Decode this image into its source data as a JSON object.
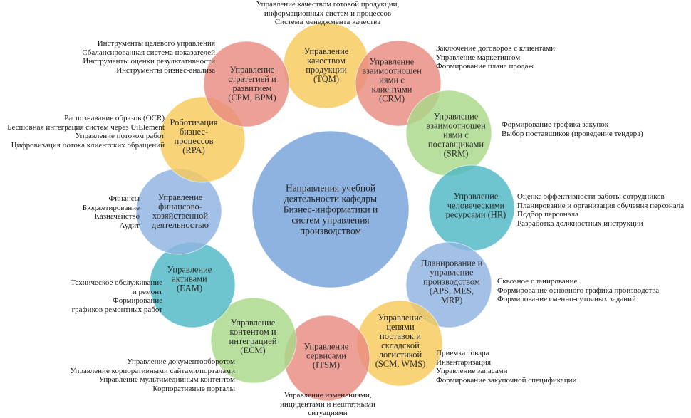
{
  "center": {
    "label": [
      "Направления учебной",
      "деятельности кафедры",
      "Бизнес-информатики и",
      "систем управления",
      "производством"
    ],
    "color": "#8fb3e0"
  },
  "nodes": [
    {
      "id": "tqm",
      "label": [
        "Управление",
        "качеством",
        "продукции",
        "(TQM)"
      ],
      "color": "#f7c95a",
      "items": [
        "Управление качеством готовой продукции,",
        "информационных систем и процессов",
        "Система менеджмента качества"
      ]
    },
    {
      "id": "crm",
      "label": [
        "Управление",
        "взаимоотношен",
        "иями с",
        "клиентами",
        "(CRM)"
      ],
      "color": "#e88b80",
      "items": [
        "Заключение договоров с клиентами",
        "Управление маркетингом",
        "Формирование плана продаж"
      ]
    },
    {
      "id": "srm",
      "label": [
        "Управление",
        "взаимоотношен",
        "иями с",
        "поставщиками",
        "(SRM)"
      ],
      "color": "#a9d88a",
      "items": [
        "Формирование графика закупок",
        "Выбор поставщиков (проведение тендера)"
      ]
    },
    {
      "id": "hr",
      "label": [
        "Управление",
        "человеческими",
        "ресурсами (HR)"
      ],
      "color": "#4fb8c4",
      "items": [
        "Оценка эффективности работы сотрудников",
        "Планирование и организация обучения персонала",
        "Подбор персонала",
        "Разработка должностных инструкций"
      ]
    },
    {
      "id": "aps",
      "label": [
        "Планирование и",
        "управление",
        "производством",
        "(APS, MES,",
        "MRP)"
      ],
      "color": "#8fb3e0",
      "items": [
        "Сквозное планирование",
        "Формирование основного графика производства",
        "Формирование сменно-суточных заданий"
      ]
    },
    {
      "id": "scm",
      "label": [
        "Управление",
        "цепями",
        "поставок и",
        "складской",
        "логистикой",
        "(SCM, WMS)"
      ],
      "color": "#f7c95a",
      "items": [
        "Приемка товара",
        "Инвентаризация",
        "Управление запасами",
        "Формирование закупочной спецификации"
      ]
    },
    {
      "id": "itsm",
      "label": [
        "Управление",
        "сервисами",
        "(ITSM)"
      ],
      "color": "#e88b80",
      "items": [
        "Управление изменениями,",
        "инцидентами и нештатными",
        "ситуациями"
      ]
    },
    {
      "id": "ecm",
      "label": [
        "Управление",
        "контентом и",
        "интеграцией",
        "(ECM)"
      ],
      "color": "#a9d88a",
      "items": [
        "Управление документооборотом",
        "Управление корпоративными сайтами/порталами",
        "Управление мультимедийным контентом",
        "Корпоративные порталы"
      ]
    },
    {
      "id": "eam",
      "label": [
        "Управление",
        "активами",
        "(EAM)"
      ],
      "color": "#4fb8c4",
      "items": [
        "Техническое обслуживание",
        "и ремонт",
        "Формирование",
        "графиков ремонтных работ"
      ]
    },
    {
      "id": "fin",
      "label": [
        "Управление",
        "финансово-",
        "хозяйственной",
        "деятельностью"
      ],
      "color": "#8fb3e0",
      "items": [
        "Финансы",
        "Бюджетирование",
        "Казначейство",
        "Аудит"
      ]
    },
    {
      "id": "rpa",
      "label": [
        "Роботизация",
        "бизнес-",
        "процессов",
        "(RPA)"
      ],
      "color": "#f7c95a",
      "items": [
        "Распознавание образов (OCR)",
        "Бесшовная интеграция систем через UiElement",
        "Управление потоком работ",
        "Цифровизация потока клиентских обращений"
      ]
    },
    {
      "id": "cpm",
      "label": [
        "Управление",
        "стратегией и",
        "развитием",
        "(CPM, BPM)"
      ],
      "color": "#e88b80",
      "items": [
        "Инструменты целевого управления",
        "Сбалансированная система показателей",
        "Инструменты оценки результативности",
        "Инструменты бизнес-анализа"
      ]
    }
  ]
}
